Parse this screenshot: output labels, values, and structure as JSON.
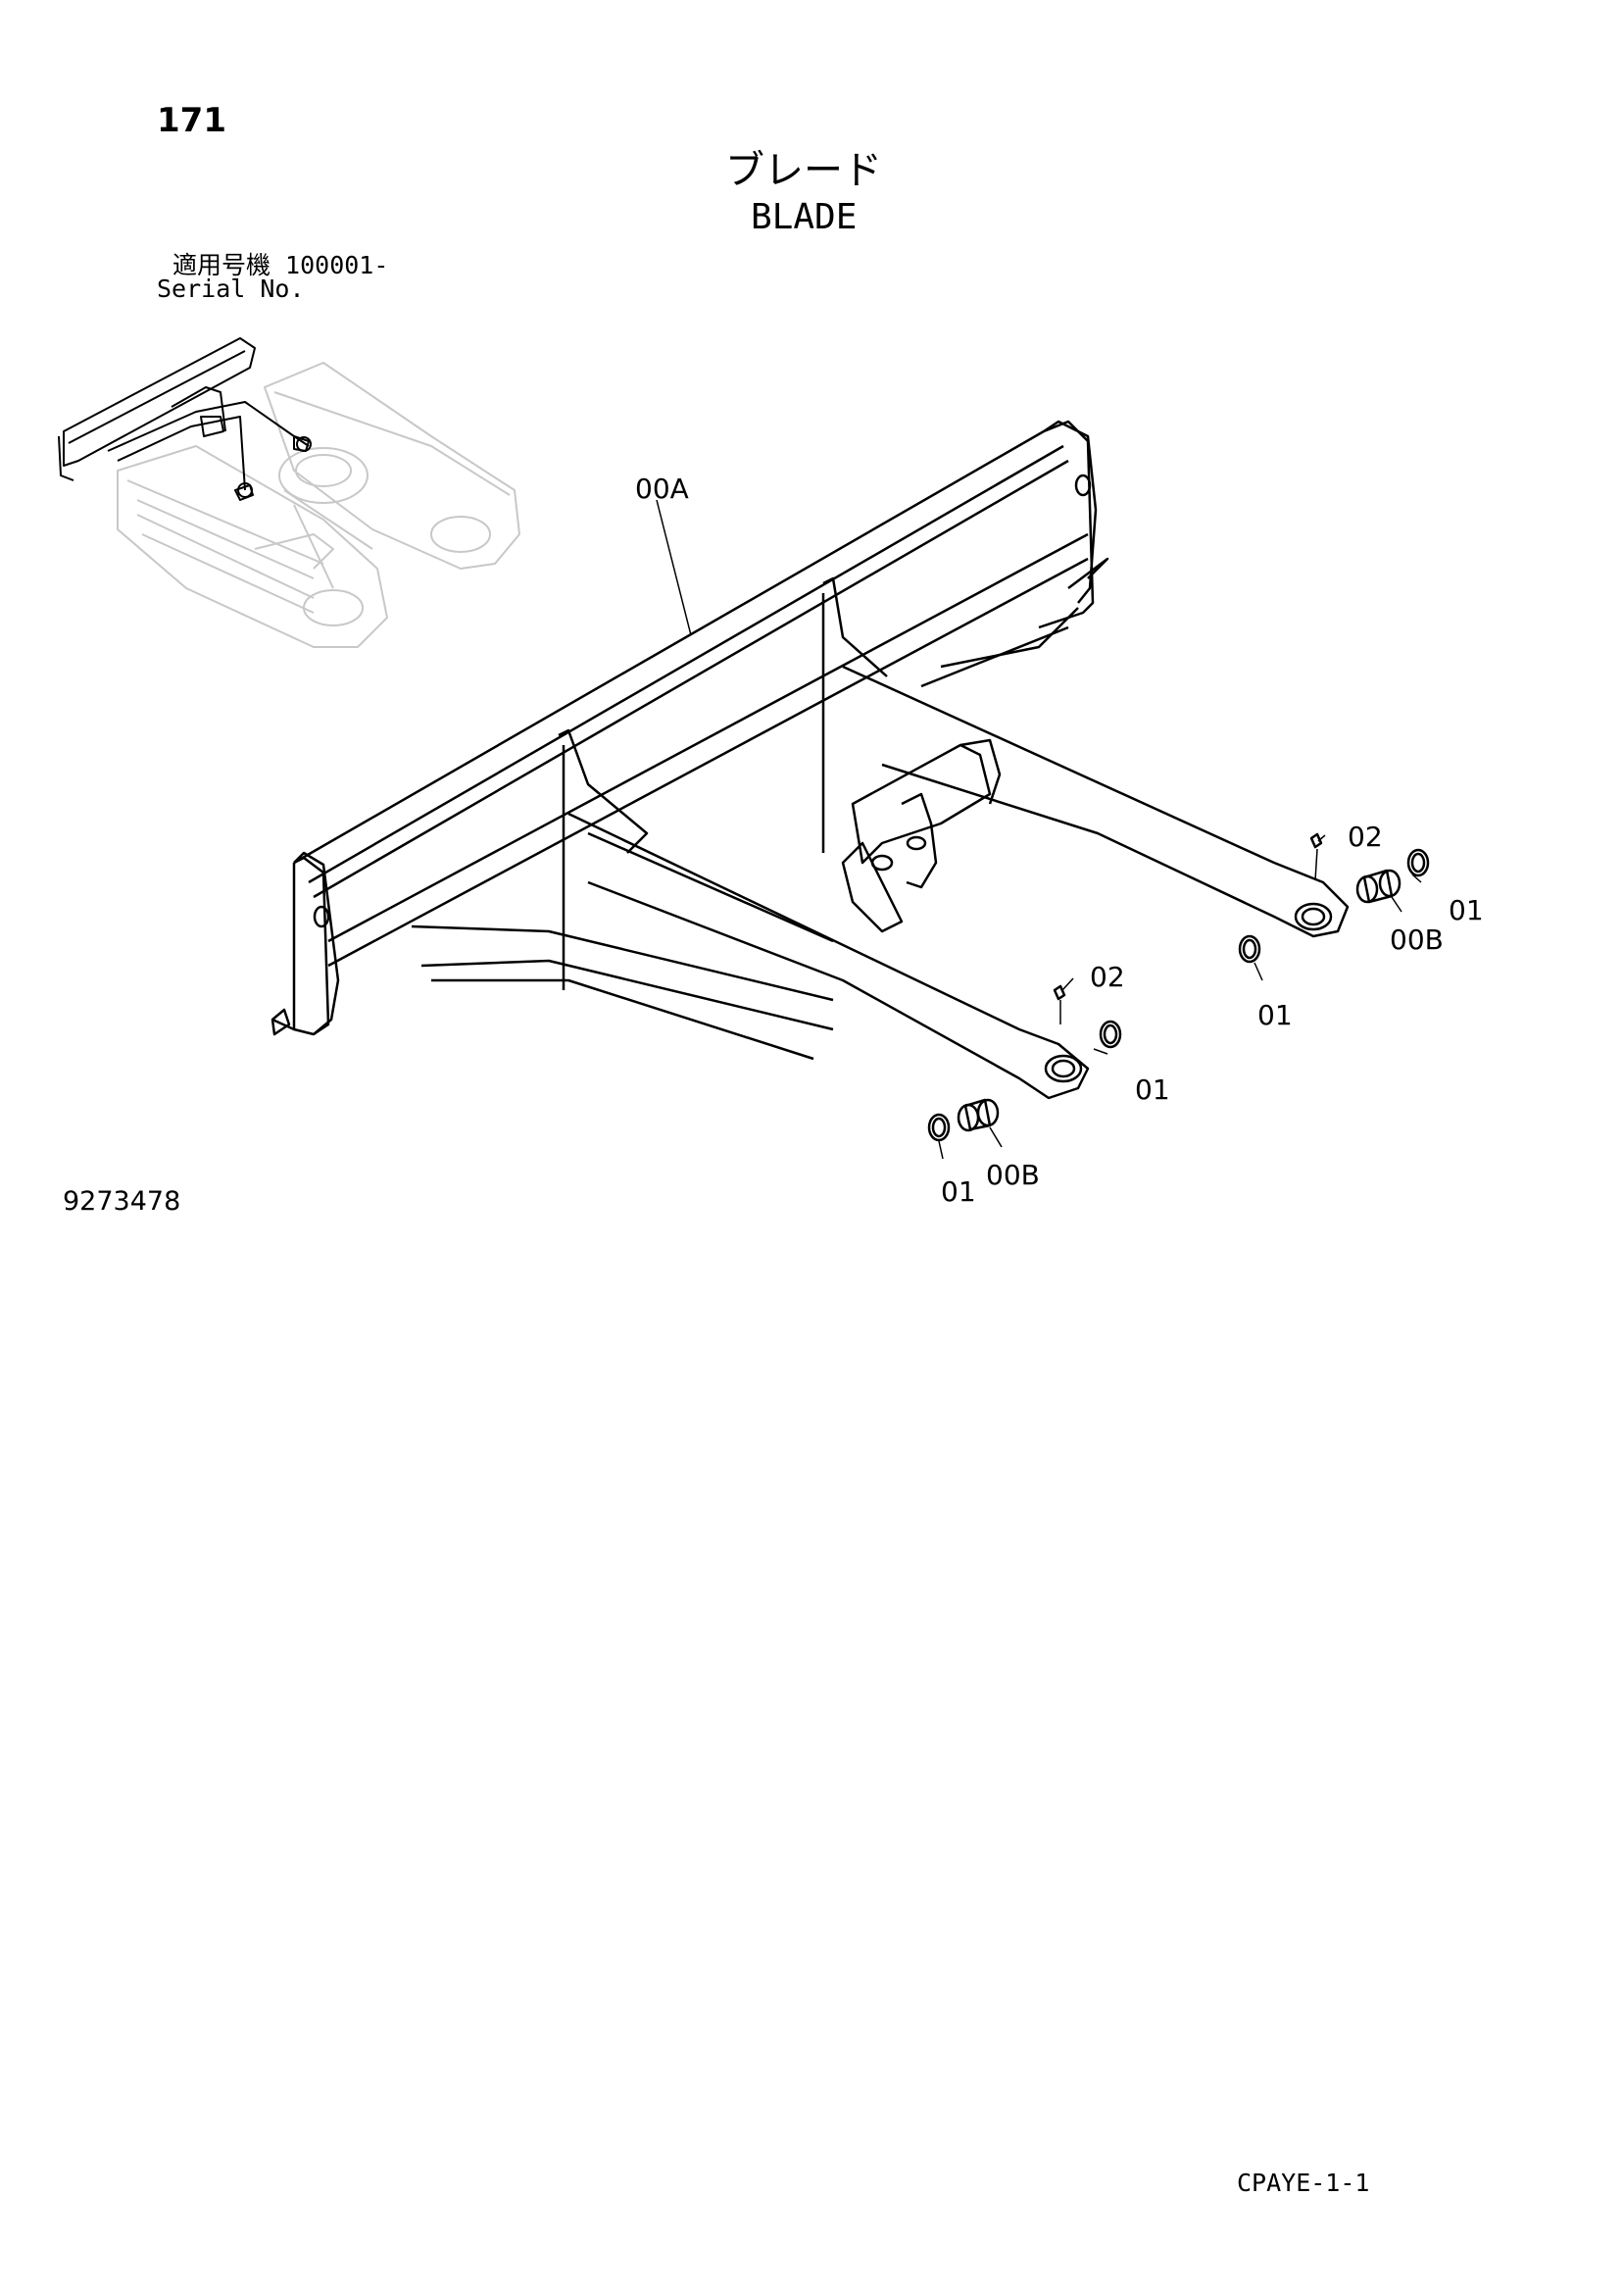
{
  "header": {
    "page_number": "171",
    "title_jp": "ブレード",
    "title_en": "BLADE",
    "serial_label_jp": "適用号機  100001-",
    "serial_label_en": "Serial No."
  },
  "footer": {
    "drawing_number": "9273478",
    "page_code": "CPAYE-1-1"
  },
  "callouts": {
    "blade_assembly": "00A",
    "pin_right": "02",
    "pin_left": "02",
    "bushing_right": "00B",
    "bushing_left": "00B",
    "ring_right_outer": "01",
    "ring_right_inner": "01",
    "ring_left_outer": "01",
    "ring_left_inner": "01"
  }
}
